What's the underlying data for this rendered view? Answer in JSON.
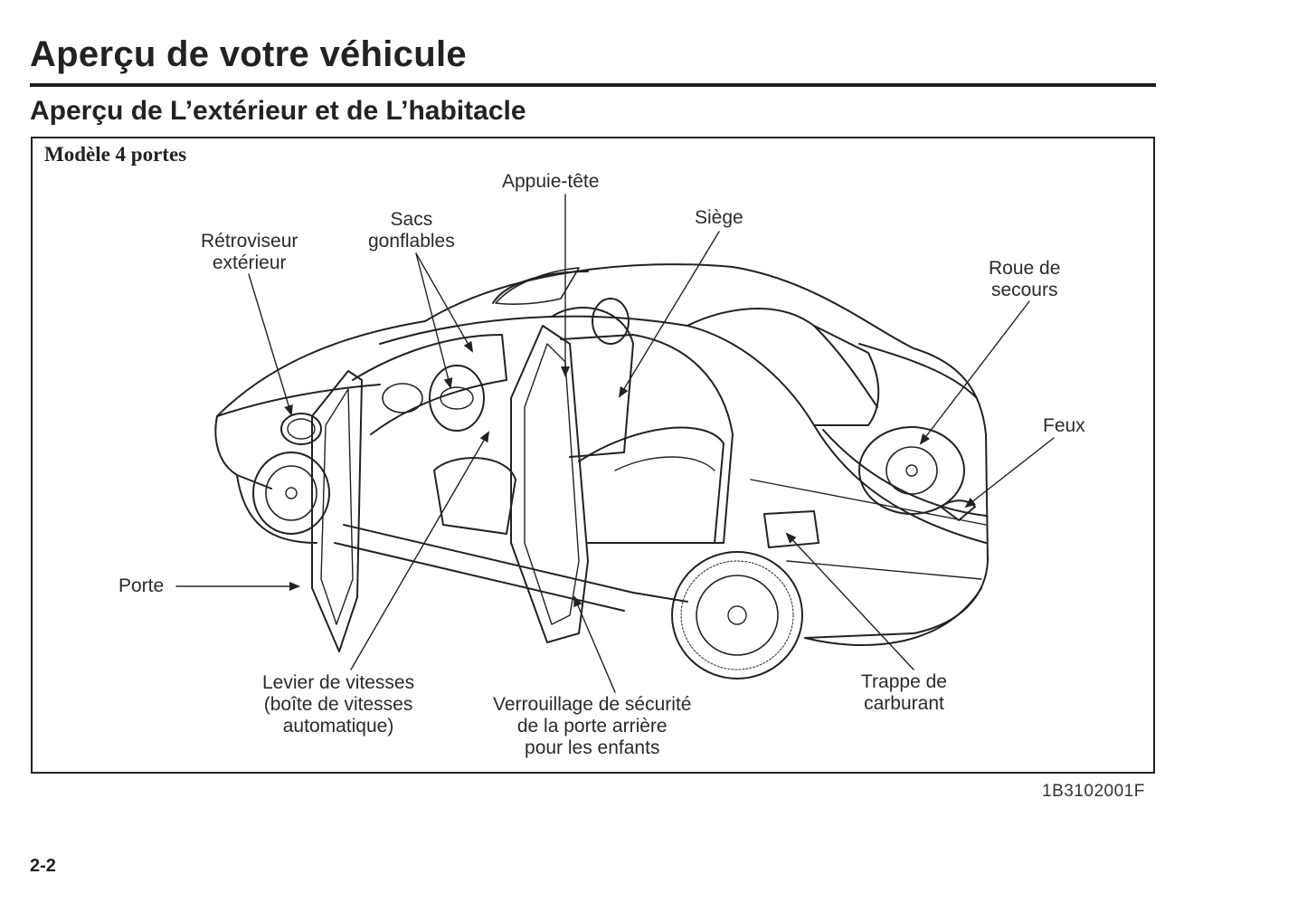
{
  "header": {
    "page_title": "Aperçu de votre véhicule",
    "section_title": "Aperçu de L’extérieur et de L’habitacle"
  },
  "figure": {
    "model_label": "Modèle 4 portes",
    "illustration": "car-cutaway-icon",
    "callouts": {
      "appuie_tete": [
        "Appuie-tête"
      ],
      "sacs_gonflables": [
        "Sacs",
        "gonflables"
      ],
      "retroviseur": [
        "Rétroviseur",
        "extérieur"
      ],
      "siege": [
        "Siège"
      ],
      "roue_de_secours": [
        "Roue de",
        "secours"
      ],
      "feux": [
        "Feux"
      ],
      "porte": [
        "Porte"
      ],
      "levier": [
        "Levier de vitesses",
        "(boîte de vitesses",
        "automatique)"
      ],
      "verrouillage": [
        "Verrouillage de sécurité",
        "de la porte arrière",
        "pour les enfants"
      ],
      "trappe": [
        "Trappe de",
        "carburant"
      ]
    },
    "figure_code": "1B3102001F"
  },
  "footer": {
    "page_number": "2-2"
  }
}
